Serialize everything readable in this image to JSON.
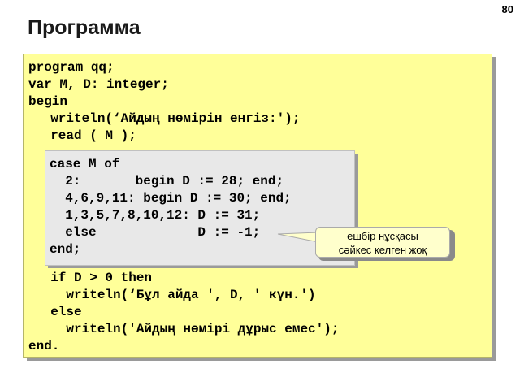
{
  "slide": {
    "page_number": "80",
    "title": "Программа"
  },
  "code": {
    "line1": "program qq;",
    "line2": "var M, D: integer;",
    "line3": "begin",
    "line4": "  writeln(‘Айдың нөмірін енгіз:');",
    "line5": "  read ( M );",
    "line6": "  if D > 0 then",
    "line7": "    writeln(‘Бұл айда ', D, ' күн.')",
    "line8": "  else",
    "line9": "    writeln('Айдың нөмірі дұрыс емес');",
    "line10": "end."
  },
  "case_block": {
    "line1": "case M of",
    "line2": "  2:       begin D := 28; end;",
    "line3": "  4,6,9,11: begin D := 30; end;",
    "line4": "  1,3,5,7,8,10,12: D := 31;",
    "line5": "  else             D := -1;",
    "line6": "end;"
  },
  "callout": {
    "line1": "ешбір нұсқасы",
    "line2": "сәйкес келген жоқ"
  }
}
